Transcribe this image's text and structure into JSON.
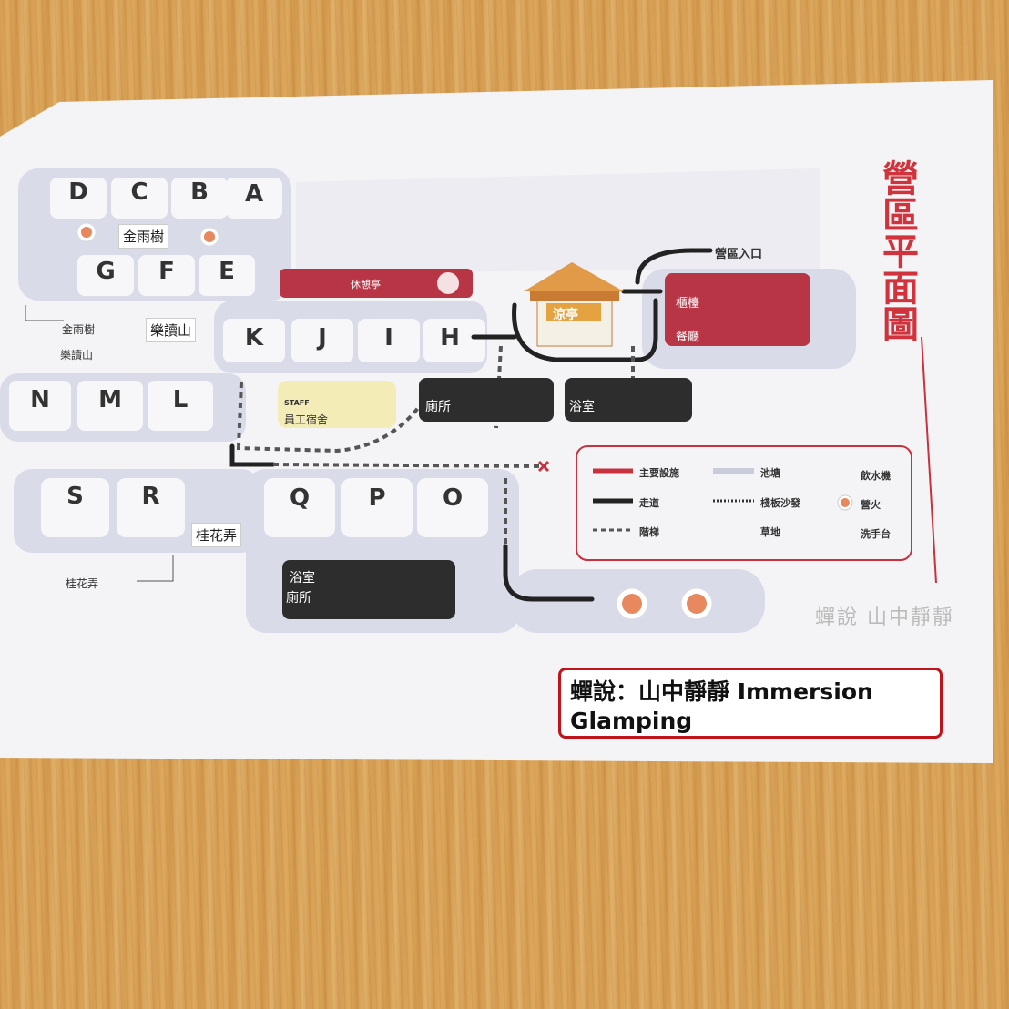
{
  "map_title": "營區平面圖",
  "caption": "蟬說：山中靜靜 Immersion Glamping",
  "logo_text": "蟬說 山中靜靜",
  "overlay_labels": {
    "jinyu": "金雨樹",
    "ledu": "樂讀山",
    "guihua": "桂花弄"
  },
  "area_labels": {
    "jinyu": "金雨樹",
    "ledu": "樂讀山",
    "guihua": "桂花弄"
  },
  "sites": {
    "A": "A",
    "B": "B",
    "C": "C",
    "D": "D",
    "E": "E",
    "F": "F",
    "G": "G",
    "H": "H",
    "I": "I",
    "J": "J",
    "K": "K",
    "L": "L",
    "M": "M",
    "N": "N",
    "O": "O",
    "P": "P",
    "Q": "Q",
    "R": "R",
    "S": "S"
  },
  "facilities": {
    "rest_pavilion": "休憩亭",
    "gazebo": "涼亭",
    "counter": "櫃檯",
    "restaurant": "餐廳",
    "toilet1": "廁所",
    "bath1": "浴室",
    "staff_dorm": "員工宿舍",
    "staff": "STAFF",
    "bath2": "浴室",
    "toilet2": "廁所",
    "entrance": "營區入口"
  },
  "legend": {
    "main": "主要設施",
    "pool": "池塘",
    "water": "飲水機",
    "walkway": "走道",
    "deck": "棧板沙發",
    "fire": "營火",
    "stairs": "階梯",
    "grass": "草地",
    "sink": "洗手台"
  },
  "colors": {
    "accent_red": "#c8323f",
    "dark_box": "#2d2d2d",
    "grey_zone": "#d9dbe8",
    "fire_orange": "#e8885e",
    "staff_yellow": "#f3ecb6"
  }
}
